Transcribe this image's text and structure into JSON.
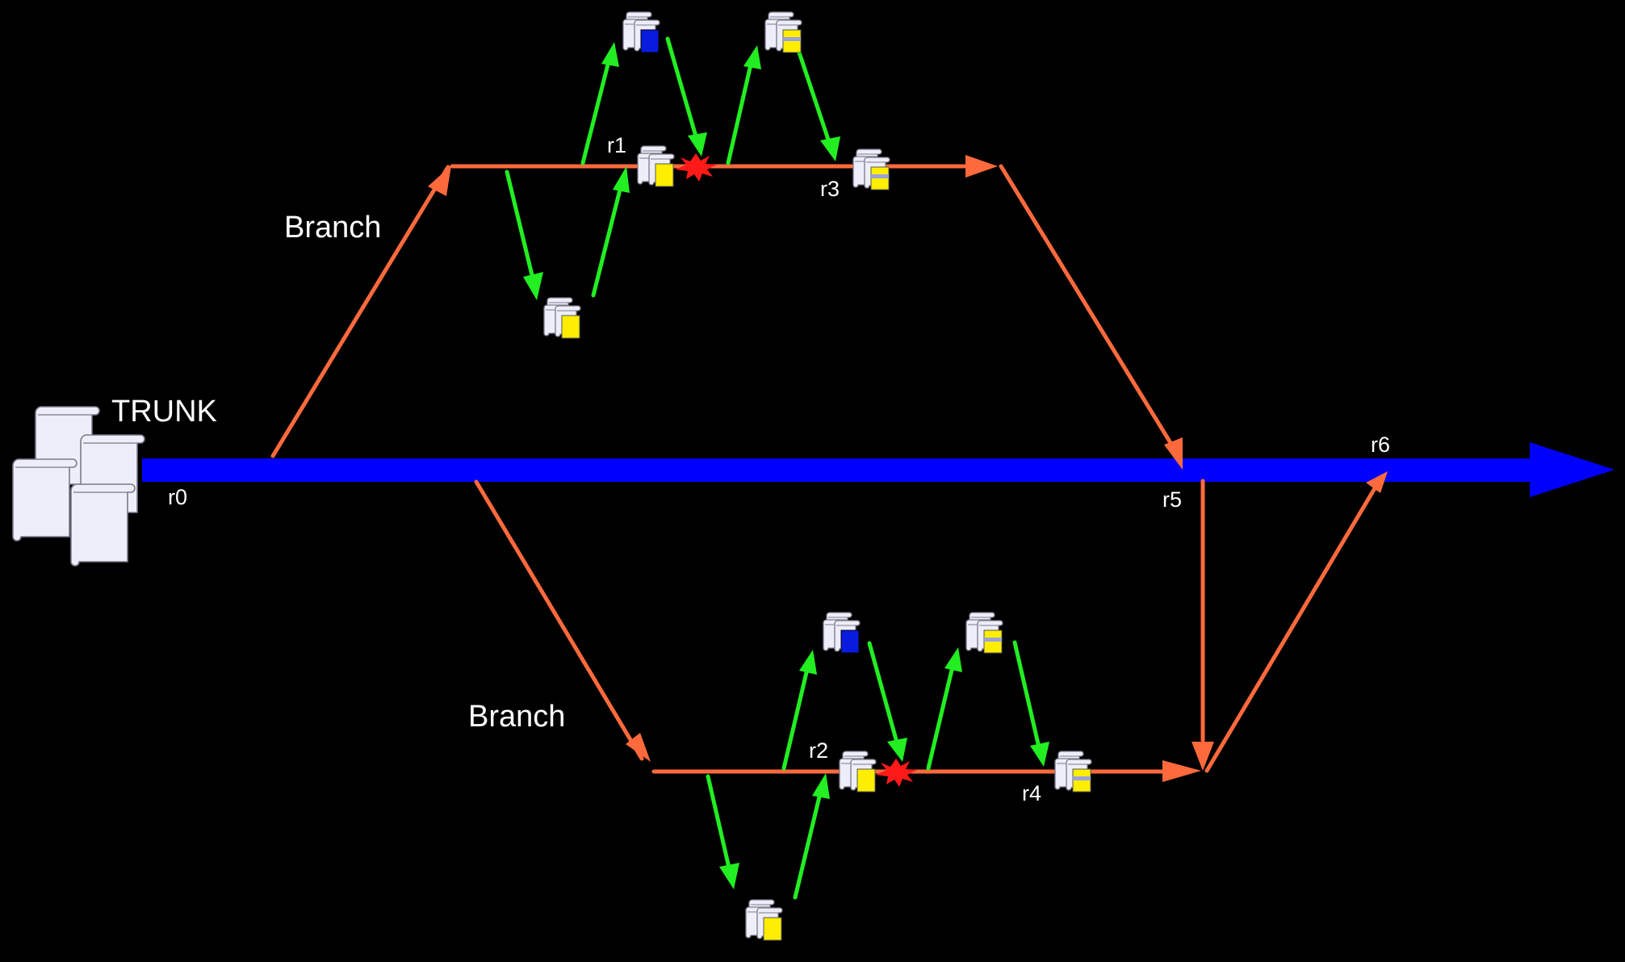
{
  "labels": {
    "trunk": "TRUNK",
    "branch_upper": "Branch",
    "branch_lower": "Branch"
  },
  "revisions": [
    "r0",
    "r1",
    "r2",
    "r3",
    "r4",
    "r5",
    "r6"
  ],
  "colors": {
    "background": "#000000",
    "trunk": "#0000ff",
    "branch": "#ff6a3d",
    "copy": "#22ee22",
    "conflict": "#ff1a1a",
    "document": "#eeeefa",
    "doc_blue": "#0a1be0",
    "doc_yellow": "#ffee00"
  },
  "icons": {
    "trunk_repository": "document-stack-icon",
    "working_copy": "working-copy-icon",
    "conflict": "conflict-burst-icon"
  }
}
